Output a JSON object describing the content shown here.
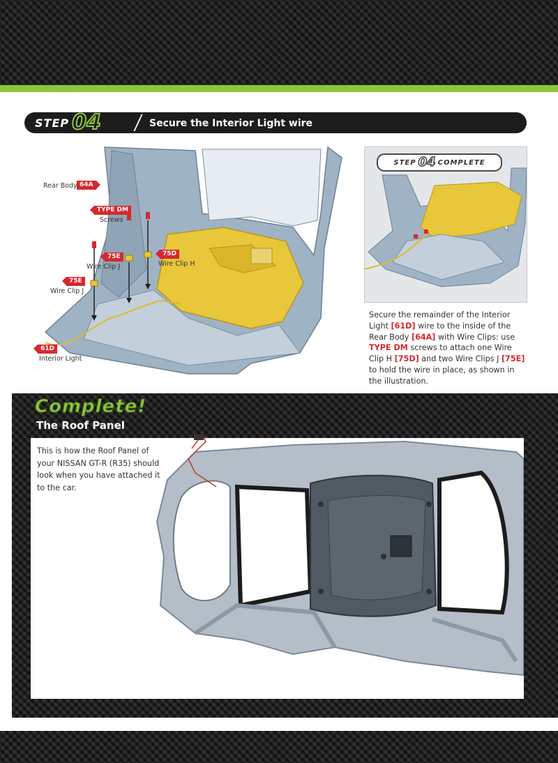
{
  "step": {
    "word": "STEP",
    "number": "04",
    "title": "Secure the Interior Light wire"
  },
  "labels": {
    "rear_body": "Rear Body",
    "rear_body_code": "64A",
    "type_dm": "TYPE DM",
    "screws": "Screws",
    "code_75e_a": "75E",
    "wire_clip_j_a": "Wire Clip J",
    "code_75e_b": "75E",
    "wire_clip_j_b": "Wire Clip J",
    "code_75d": "75D",
    "wire_clip_h": "Wire Clip H",
    "code_61d": "61D",
    "interior_light": "Interior Light"
  },
  "complete_badge": {
    "word": "STEP",
    "number": "04",
    "suffix": "COMPLETE"
  },
  "description": {
    "t1": "Secure the remainder of the Interior Light ",
    "c1": "[61D]",
    "t2": " wire to the inside of the Rear Body ",
    "c2": "[64A]",
    "t3": " with Wire Clips: use ",
    "c3": "TYPE DM",
    "t4": " screws to attach one Wire Clip H ",
    "c4": "[75D]",
    "t5": " and two Wire Clips J ",
    "c5": "[75E]",
    "t6": " to hold the wire in place, as shown in the illustration."
  },
  "complete_section": {
    "title": "Complete!",
    "subtitle": "The Roof Panel",
    "text": "This is how the Roof Panel of your NISSAN GT-R (R35) should look when you have attached it to the car."
  },
  "colors": {
    "accent_green": "#8dc63f",
    "highlight_red": "#d7282f",
    "panel_yellow": "#e8c73a",
    "body_blue_grey": "#9fb3c4",
    "carbon_dark": "#1e1e1e"
  }
}
